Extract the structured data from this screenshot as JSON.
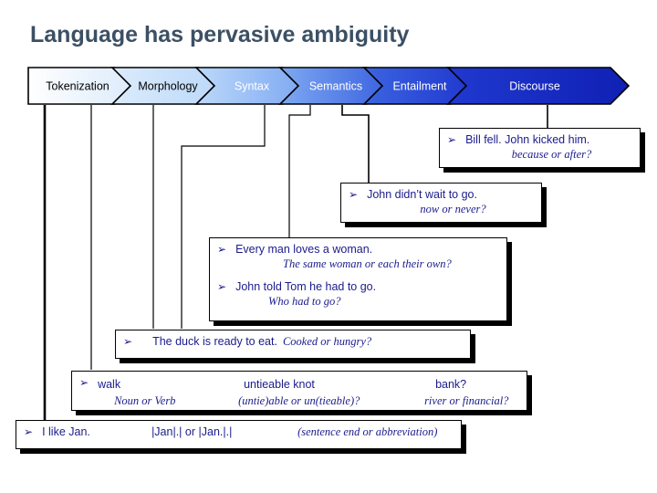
{
  "slide": {
    "title": "Language has pervasive ambiguity",
    "title_color": "#3c5064",
    "background": "#ffffff",
    "text_color": "#1b1b8c",
    "bullet_glyph": "➢"
  },
  "pipeline": {
    "name": "nlp-pipeline",
    "stages": [
      {
        "label": "Tokenization",
        "fill_start": "#ffffff",
        "fill_end": "#dcebfb",
        "text_color": "#000000"
      },
      {
        "label": "Morphology",
        "fill_start": "#dcebfb",
        "fill_end": "#bcd9fa",
        "text_color": "#000000"
      },
      {
        "label": "Syntax",
        "fill_start": "#bcd9fa",
        "fill_end": "#7fa9f2",
        "text_color": "#ffffff"
      },
      {
        "label": "Semantics",
        "fill_start": "#7fa9f2",
        "fill_end": "#3c64e0",
        "text_color": "#ffffff"
      },
      {
        "label": "Entailment",
        "fill_start": "#3c64e0",
        "fill_end": "#2039cf",
        "text_color": "#ffffff"
      },
      {
        "label": "Discourse",
        "fill_start": "#2039cf",
        "fill_end": "#1020b4",
        "text_color": "#ffffff"
      }
    ]
  },
  "callouts": [
    {
      "id": "discourse",
      "stage": "Discourse",
      "items": [
        {
          "statement": "Bill fell. John kicked him.",
          "question": "because or after?"
        }
      ]
    },
    {
      "id": "entailment",
      "stage": "Entailment",
      "items": [
        {
          "statement": "John didn’t wait to go.",
          "question": "now or never?"
        }
      ]
    },
    {
      "id": "semantics",
      "stage": "Semantics",
      "items": [
        {
          "statement": "Every man loves a woman.",
          "question": "The same woman or each their own?"
        },
        {
          "statement": "John told Tom he had to go.",
          "question": "Who had to go?"
        }
      ]
    },
    {
      "id": "syntax",
      "stage": "Syntax",
      "items": [
        {
          "statement": "The duck is ready to eat.",
          "question": "Cooked or hungry?"
        }
      ]
    },
    {
      "id": "morphology",
      "stage": "Morphology",
      "columns": [
        {
          "statement": "walk",
          "question": "Noun or Verb"
        },
        {
          "statement": "untieable knot",
          "question": "(untie)able  or  un(tieable)?"
        },
        {
          "statement": "bank?",
          "question": "river or financial?"
        }
      ]
    },
    {
      "id": "tokenization",
      "stage": "Tokenization",
      "items": [
        {
          "statement": "I like Jan.",
          "alt": "|Jan|.|  or  |Jan.|.|",
          "question": "(sentence end or abbreviation)"
        }
      ]
    }
  ]
}
